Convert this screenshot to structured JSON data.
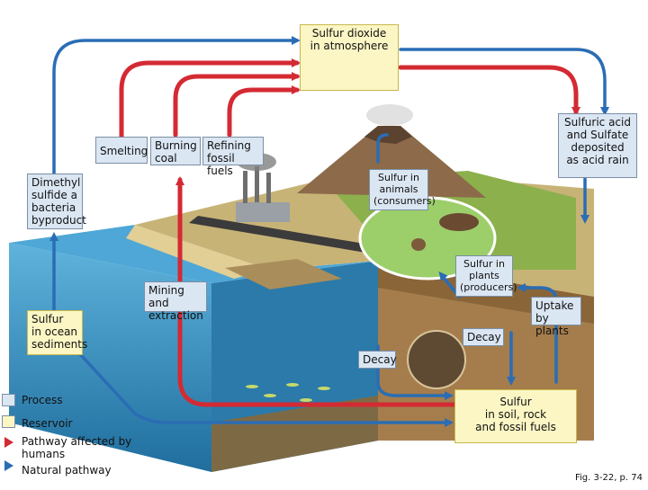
{
  "labels": {
    "atmosphere": "Sulfur dioxide\nin atmosphere",
    "smelting": "Smelting",
    "burning_coal": "Burning\ncoal",
    "refining": "Refining\nfossil fuels",
    "dimethyl": "Dimethyl\nsulfide a\nbacteria\nbyproduct",
    "sulfuric_acid": "Sulfuric acid\nand Sulfate\ndeposited\nas acid rain",
    "animals": "Sulfur in\nanimals\n(consumers)",
    "plants": "Sulfur in\nplants\n(producers)",
    "mining": "Mining and\nextraction",
    "ocean_sediments": "Sulfur\nin ocean\nsediments",
    "uptake": "Uptake\nby plants",
    "decay_right": "Decay",
    "decay_left": "Decay",
    "soil": "Sulfur\nin soil, rock\nand fossil fuels"
  },
  "legend": {
    "process": "Process",
    "reservoir": "Reservoir",
    "human": "Pathway affected by\nhumans",
    "natural": "Natural pathway"
  },
  "caption": "Fig. 3-22, p. 74",
  "colors": {
    "human_pathway": "#d42a33",
    "natural_pathway": "#2a6db5",
    "process_fill": "#dbe6f3",
    "reservoir_fill": "#fbf6c4",
    "ocean": "#2f86b8",
    "land": "#b9a46a",
    "grass": "#7aa640"
  }
}
